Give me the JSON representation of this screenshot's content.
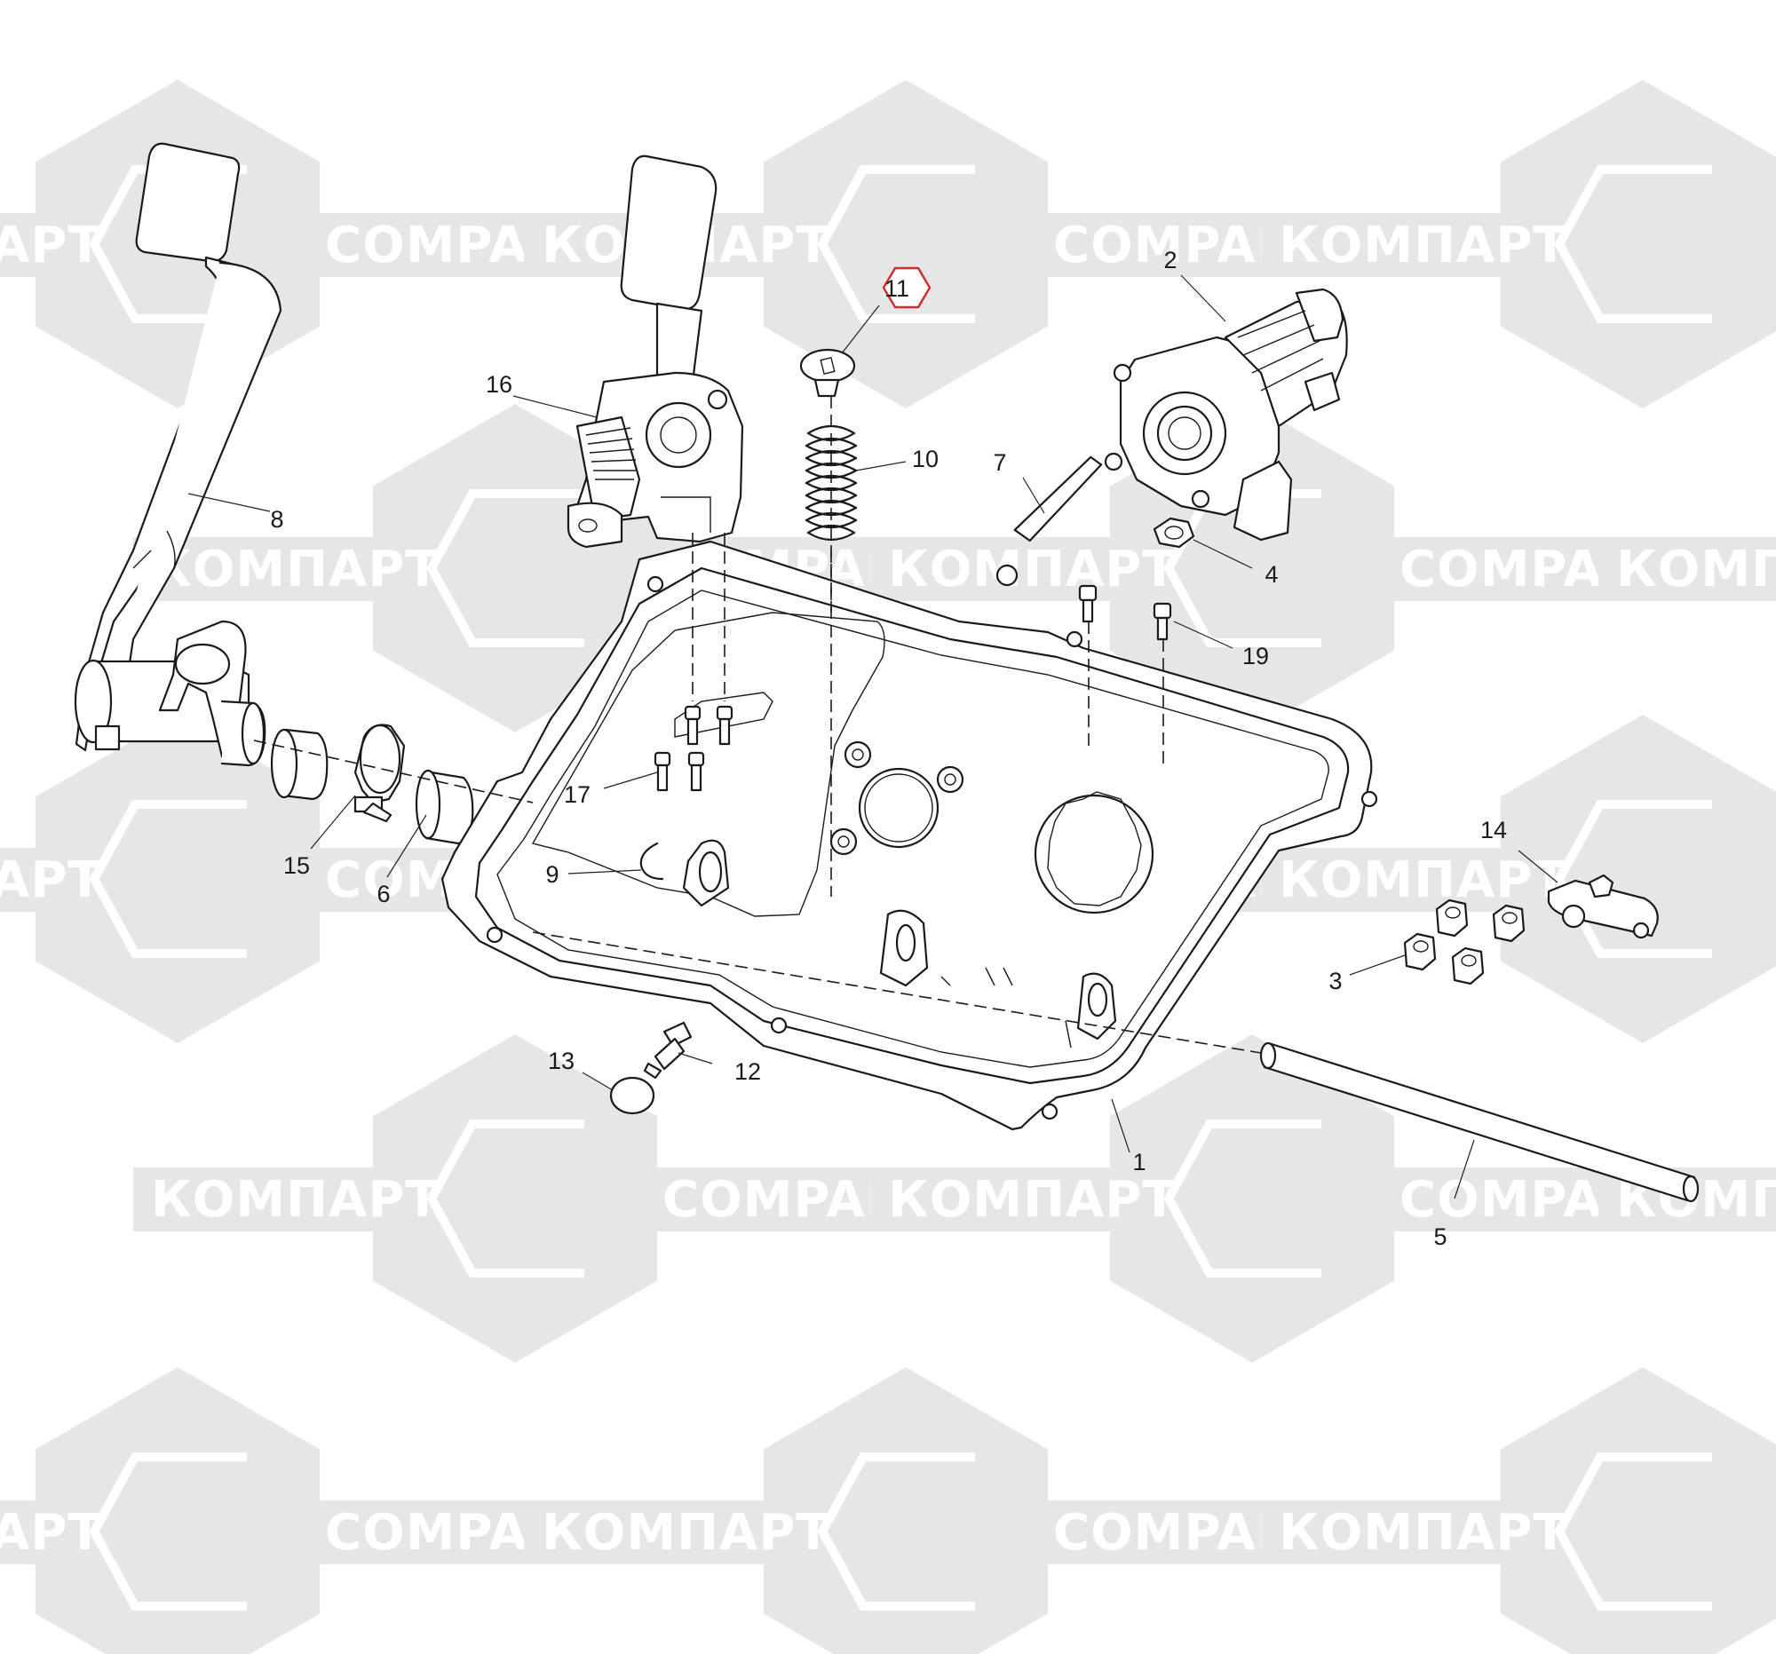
{
  "diagram": {
    "watermark": {
      "text_cyrillic": "КОМПАРТ",
      "text_latin": "COMPART",
      "color": "#e6e6e6"
    },
    "callouts": [
      {
        "id": "c1",
        "label": "1"
      },
      {
        "id": "c2",
        "label": "2"
      },
      {
        "id": "c3",
        "label": "3"
      },
      {
        "id": "c4",
        "label": "4"
      },
      {
        "id": "c5",
        "label": "5"
      },
      {
        "id": "c6",
        "label": "6"
      },
      {
        "id": "c7",
        "label": "7"
      },
      {
        "id": "c8",
        "label": "8"
      },
      {
        "id": "c9",
        "label": "9"
      },
      {
        "id": "c10",
        "label": "10"
      },
      {
        "id": "c11",
        "label": "11",
        "highlighted": true
      },
      {
        "id": "c12",
        "label": "12"
      },
      {
        "id": "c13",
        "label": "13"
      },
      {
        "id": "c14",
        "label": "14"
      },
      {
        "id": "c15",
        "label": "15"
      },
      {
        "id": "c16",
        "label": "16"
      },
      {
        "id": "c17",
        "label": "17"
      },
      {
        "id": "c19",
        "label": "19"
      }
    ],
    "highlight_color": "#d22b2b",
    "line_color": "#1a1a1a"
  }
}
